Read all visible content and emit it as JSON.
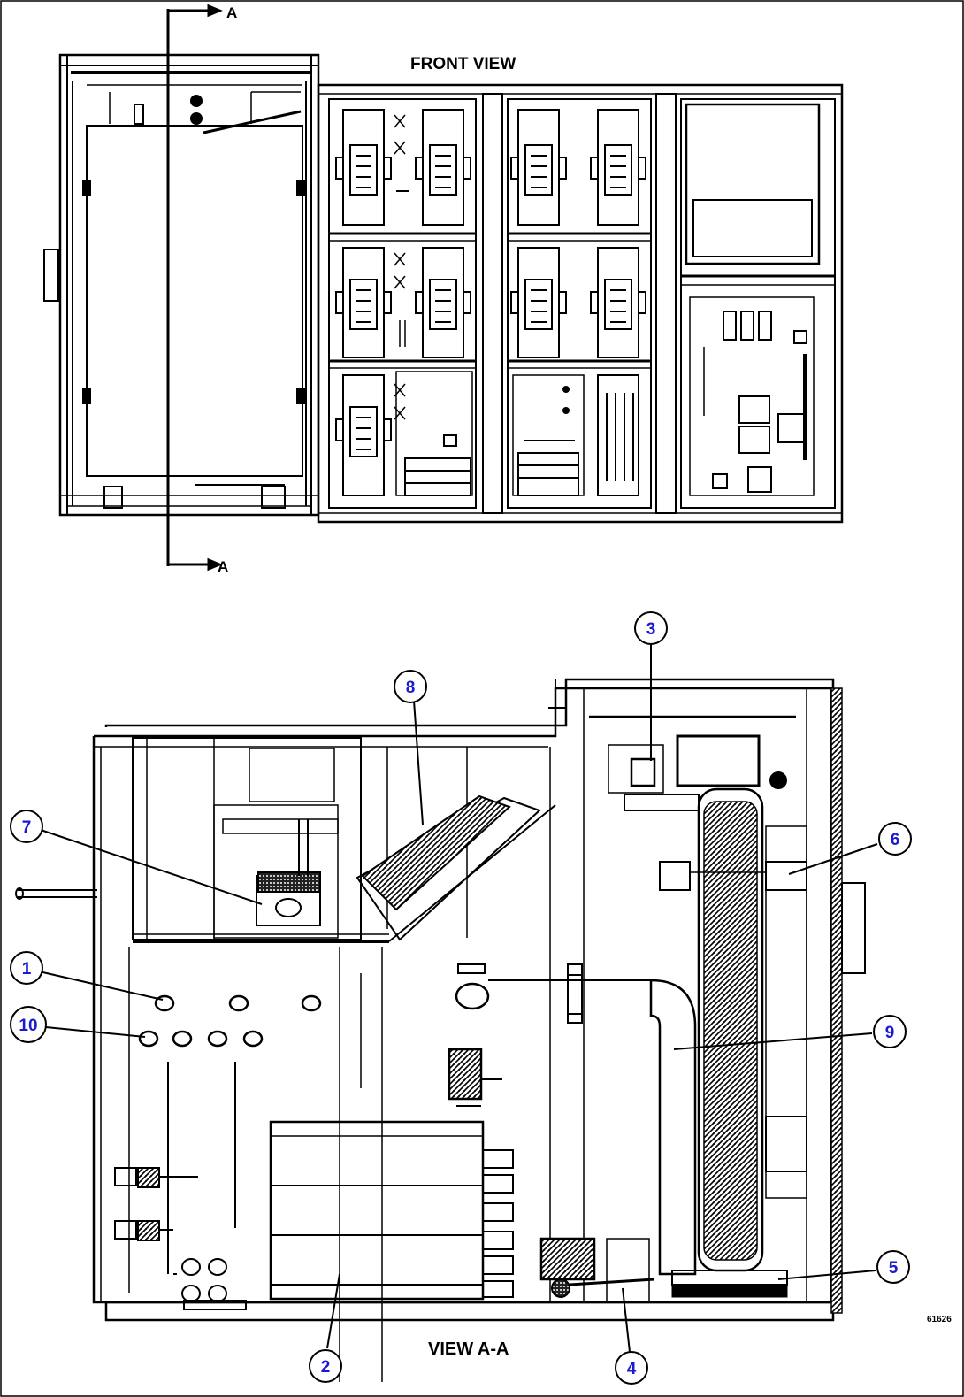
{
  "front_view_title": "FRONT VIEW",
  "section_view_title": "VIEW A-A",
  "section_marker_top": "A",
  "section_marker_bottom": "A",
  "figure_id": "61626",
  "callout_color": "#1a1ad0",
  "callouts": [
    {
      "id": "callout-1",
      "label": "1"
    },
    {
      "id": "callout-2",
      "label": "2"
    },
    {
      "id": "callout-3",
      "label": "3"
    },
    {
      "id": "callout-4",
      "label": "4"
    },
    {
      "id": "callout-5",
      "label": "5"
    },
    {
      "id": "callout-6",
      "label": "6"
    },
    {
      "id": "callout-7",
      "label": "7"
    },
    {
      "id": "callout-8",
      "label": "8"
    },
    {
      "id": "callout-9",
      "label": "9"
    },
    {
      "id": "callout-10",
      "label": "10"
    }
  ]
}
